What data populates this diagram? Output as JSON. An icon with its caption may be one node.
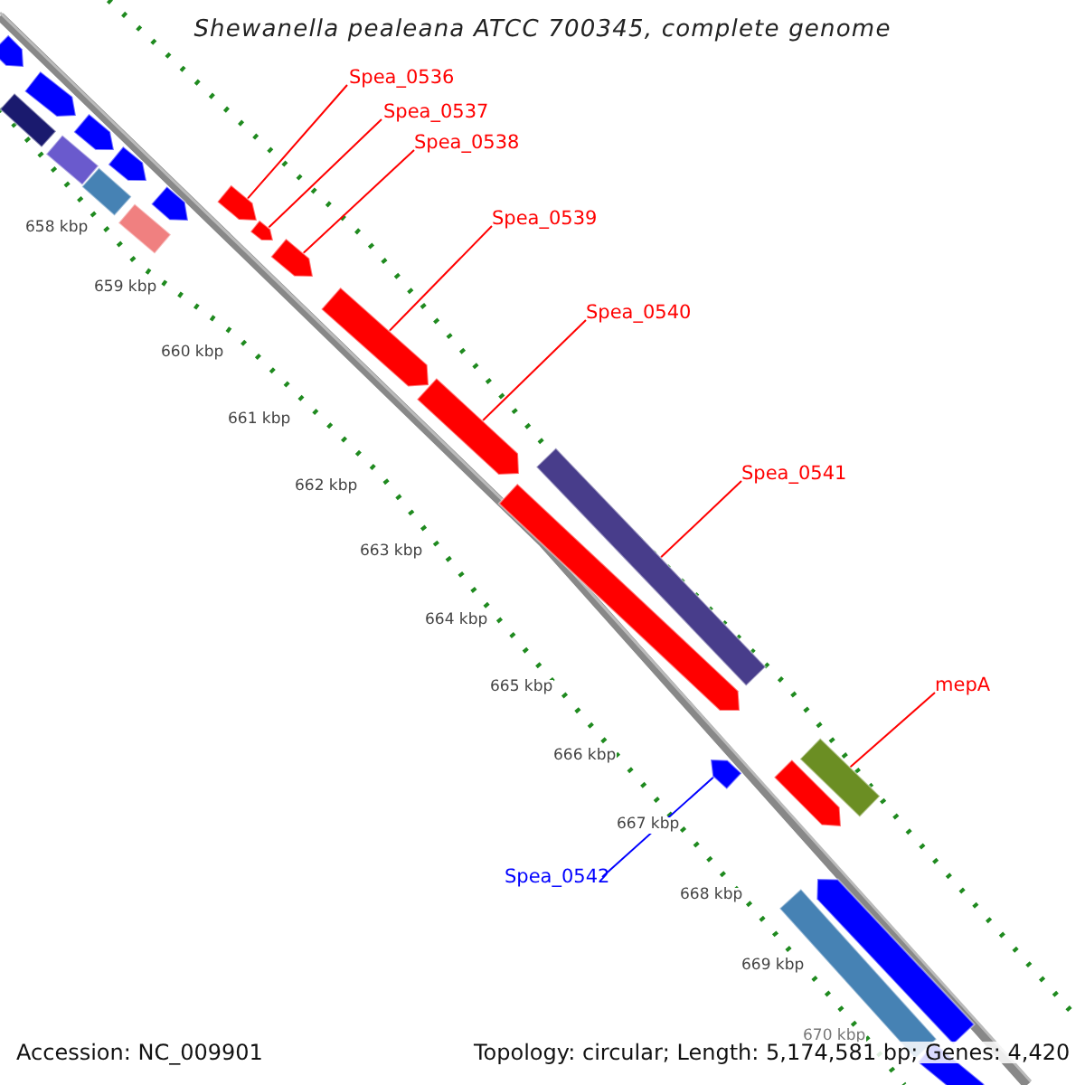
{
  "diagram": {
    "title": "Shewanella pealeana ATCC 700345, complete genome",
    "nodes": [
      {
        "text": [
          "Spea_0536"
        ]
      },
      {
        "text": [
          "Spea_0537"
        ]
      },
      {
        "text": [
          "Spea_0538"
        ]
      },
      {
        "text": [
          "Spea_0539"
        ]
      },
      {
        "text": [
          "Spea_0540"
        ]
      },
      {
        "text": [
          "Spea_0541"
        ]
      },
      {
        "text": [
          "mepA"
        ]
      },
      {
        "text": [
          "Spea_0542"
        ]
      },
      {
        "text": [],
        "shape": "arrow"
      },
      {
        "text": [],
        "shape": "arrow"
      },
      {
        "text": [],
        "shape": "arrow"
      },
      {
        "text": [],
        "shape": "arrow"
      },
      {
        "text": [],
        "shape": "arrow"
      },
      {
        "text": [],
        "shape": "bar"
      },
      {
        "text": [],
        "shape": "bar"
      },
      {
        "text": [],
        "shape": "arrow"
      },
      {
        "text": [],
        "shape": "arrow"
      },
      {
        "text": [],
        "shape": "arrow"
      },
      {
        "text": [],
        "shape": "arrow"
      },
      {
        "text": [],
        "shape": "arrow"
      },
      {
        "text": [],
        "shape": "arrow"
      },
      {
        "text": [],
        "shape": "bar"
      },
      {
        "text": [],
        "shape": "bar"
      },
      {
        "text": [],
        "shape": "bar"
      },
      {
        "text": [],
        "shape": "bar"
      },
      {
        "text": [],
        "shape": "arrow"
      },
      {
        "text": [],
        "shape": "arrow"
      },
      {
        "text": [],
        "shape": "arrow"
      },
      {
        "text": [],
        "shape": "bar"
      },
      {
        "text": [],
        "shape": "bar"
      }
    ],
    "edges": [
      {
        "from": 0,
        "to": 8,
        "arrow": "none"
      },
      {
        "from": 1,
        "to": 9,
        "arrow": "none"
      },
      {
        "from": 2,
        "to": 10,
        "arrow": "none"
      },
      {
        "from": 3,
        "to": 11,
        "arrow": "none"
      },
      {
        "from": 4,
        "to": 12,
        "arrow": "none"
      },
      {
        "from": 5,
        "to": 13,
        "arrow": "none"
      },
      {
        "from": 6,
        "to": 14,
        "arrow": "none"
      },
      {
        "from": 7,
        "to": 15,
        "arrow": "none",
        "color": "#0000ff"
      }
    ],
    "labels": [
      "658 kbp",
      "659 kbp",
      "660 kbp",
      "661 kbp",
      "662 kbp",
      "663 kbp",
      "664 kbp",
      "665 kbp",
      "666 kbp",
      "667 kbp",
      "668 kbp",
      "669 kbp",
      "670 kbp",
      "Accession: NC_009901",
      "Topology: circular; Length: 5,174,581 bp; Genes: 4,420"
    ]
  }
}
